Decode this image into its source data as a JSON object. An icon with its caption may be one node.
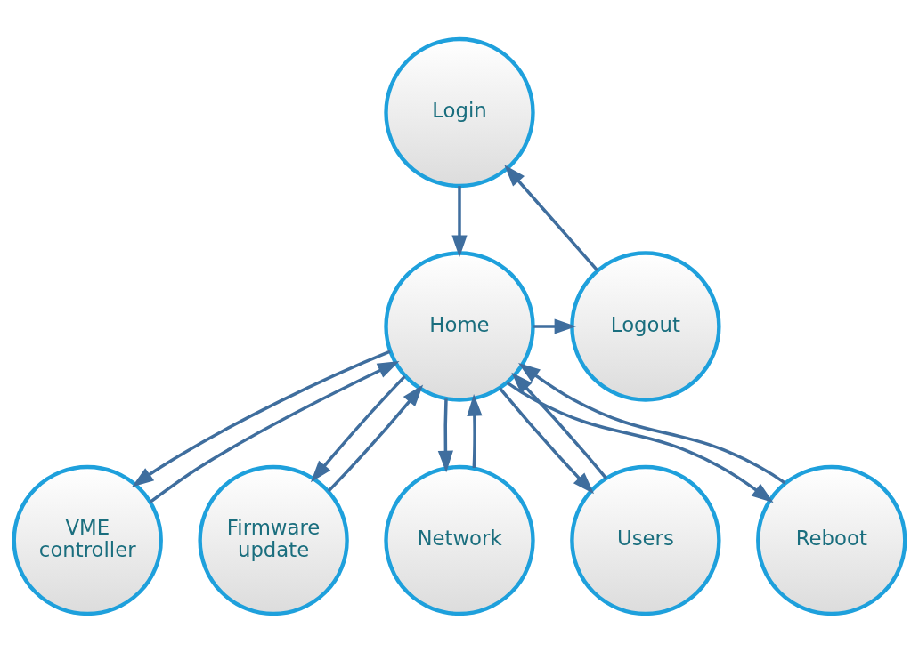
{
  "diagram": {
    "nodes": [
      {
        "text": [
          "Login"
        ]
      },
      {
        "text": [
          "Logout"
        ]
      },
      {
        "text": [
          "Home"
        ]
      },
      {
        "text": [
          "VME controller"
        ]
      },
      {
        "text": [
          "Firmware update"
        ]
      },
      {
        "text": [
          "Network"
        ]
      },
      {
        "text": [
          "Users"
        ]
      },
      {
        "text": [
          "Reboot"
        ]
      }
    ],
    "edges": [
      {
        "from": 0,
        "to": 2,
        "arrow": "to"
      },
      {
        "from": 2,
        "to": 1,
        "arrow": "to"
      },
      {
        "from": 1,
        "to": 0,
        "arrow": "to"
      },
      {
        "from": 2,
        "to": 3,
        "arrow": "to"
      },
      {
        "from": 2,
        "to": 4,
        "arrow": "to"
      },
      {
        "from": 2,
        "to": 5,
        "arrow": "to"
      },
      {
        "from": 2,
        "to": 6,
        "arrow": "to"
      },
      {
        "from": 2,
        "to": 7,
        "arrow": "to"
      },
      {
        "from": 3,
        "to": 2,
        "arrow": "to"
      },
      {
        "from": 4,
        "to": 2,
        "arrow": "to"
      },
      {
        "from": 5,
        "to": 2,
        "arrow": "to"
      },
      {
        "from": 6,
        "to": 2,
        "arrow": "to"
      },
      {
        "from": 7,
        "to": 2,
        "arrow": "to"
      }
    ]
  }
}
